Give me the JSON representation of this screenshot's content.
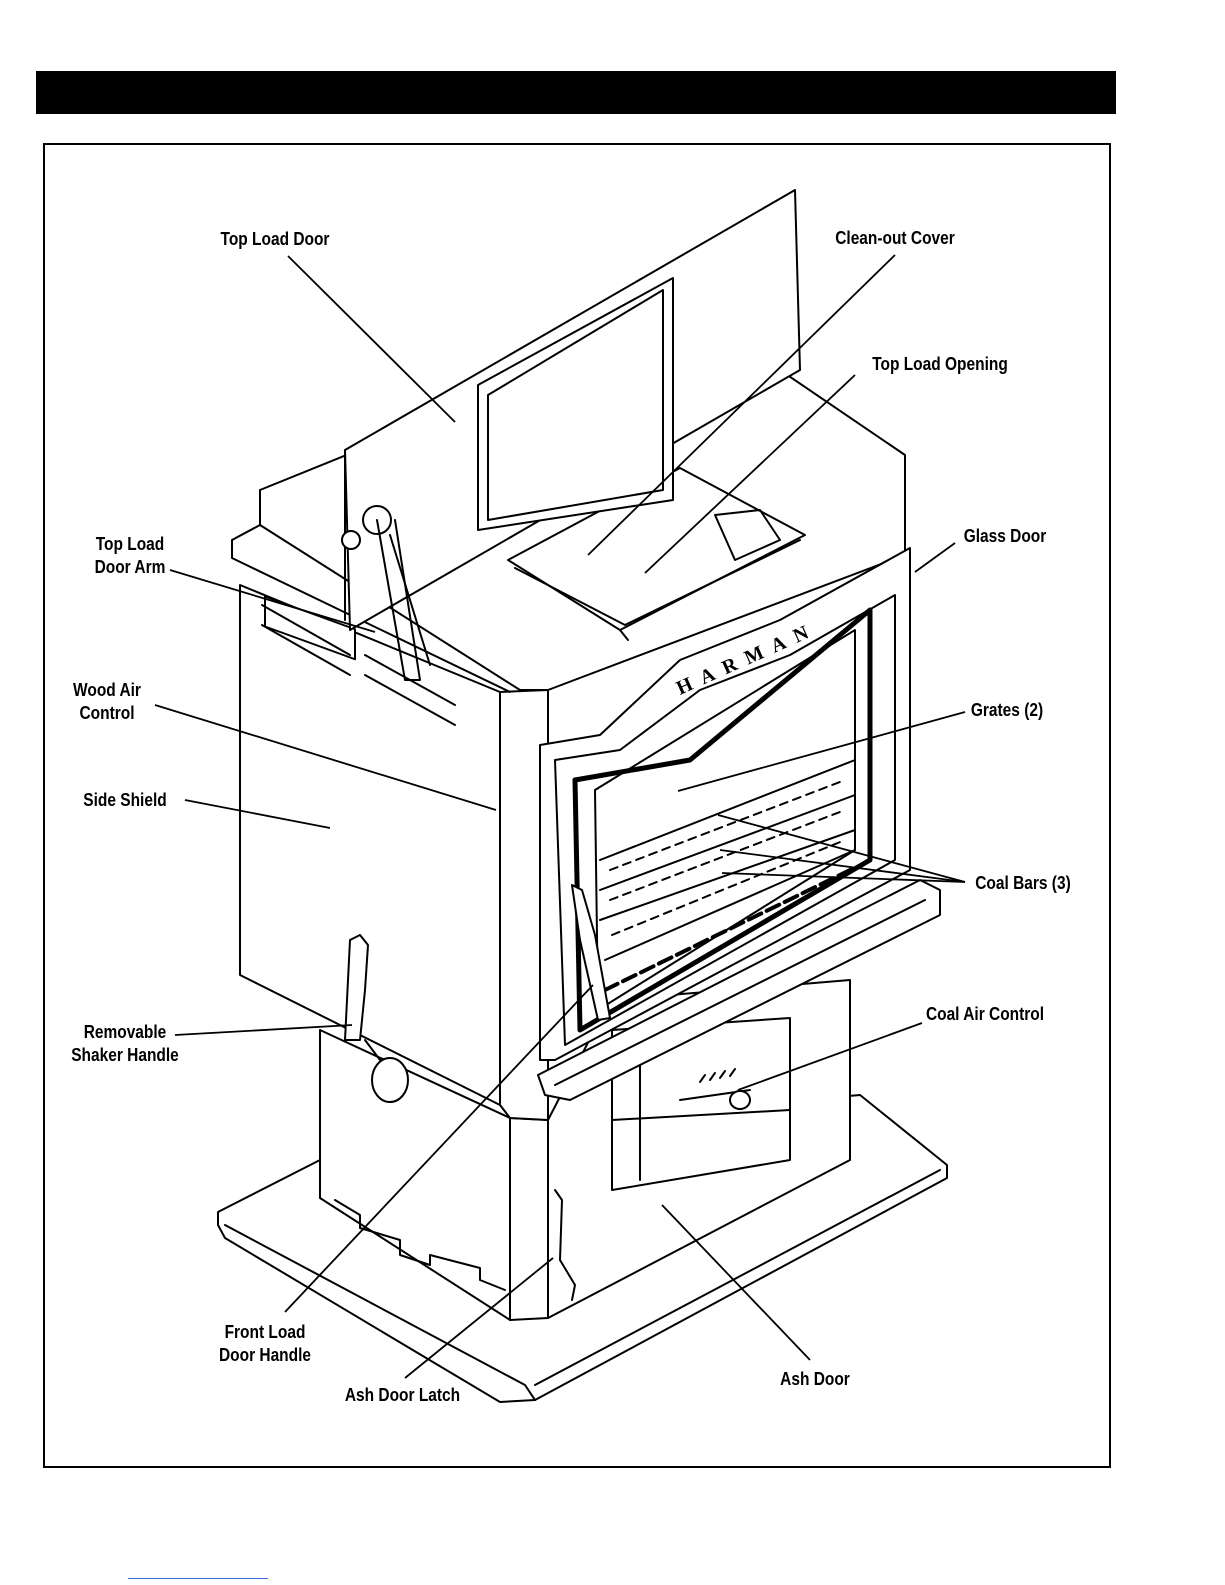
{
  "labels": {
    "top_load_door": "Top Load Door",
    "clean_out_cover": "Clean-out Cover",
    "top_load_opening": "Top Load Opening",
    "top_load_door_arm": "Top Load\nDoor Arm",
    "glass_door": "Glass Door",
    "wood_air_control": "Wood Air\nControl",
    "grates": "Grates (2)",
    "side_shield": "Side Shield",
    "coal_bars": "Coal Bars (3)",
    "coal_air_control": "Coal Air Control",
    "removable_shaker_handle": "Removable\nShaker Handle",
    "front_load_door_handle": "Front Load\nDoor Handle",
    "ash_door_latch": "Ash Door Latch",
    "ash_door": "Ash Door"
  },
  "brand_logo": "HARMAN"
}
